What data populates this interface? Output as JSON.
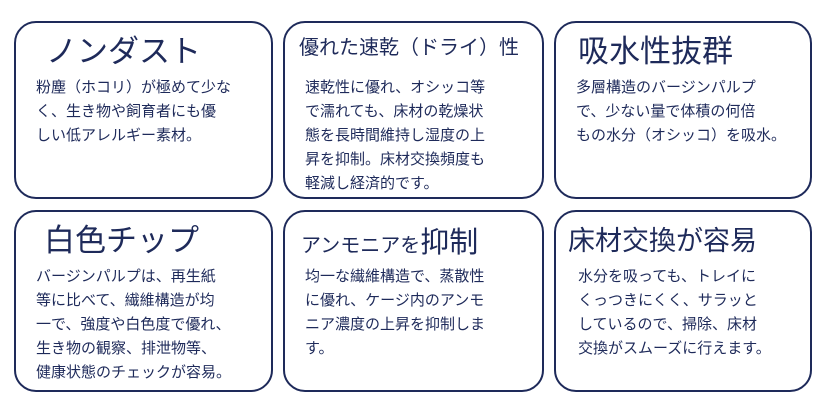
{
  "colors": {
    "border": "#1e2a5a",
    "text": "#1e2a5a",
    "background": "#ffffff"
  },
  "cards": [
    {
      "title": "ノンダスト",
      "body": "粉塵（ホコリ）が極めて少な\nく、生き物や飼育者にも優\nしい低アレルギー素材。"
    },
    {
      "title_main": "優れた速乾（ドライ）性",
      "body": "速乾性に優れ、オシッコ等\nで濡れても、床材の乾燥状\n態を長時間維持し湿度の上\n昇を抑制。床材交換頻度も\n軽減し経済的です。"
    },
    {
      "title": "吸水性抜群",
      "body": "多層構造のバージンパルプ\nで、少ない量で体積の何倍\nもの水分（オシッコ）を吸水。"
    },
    {
      "title": "白色チップ",
      "body": "バージンパルプは、再生紙\n等に比べて、繊維構造が均\n一で、強度や白色度で優れ、\n生き物の観察、排泄物等、\n健康状態のチェックが容易。"
    },
    {
      "title_prefix": "アンモニアを",
      "title_emph": "抑制",
      "body": "均一な繊維構造で、蒸散性\nに優れ、ケージ内のアンモ\nニア濃度の上昇を抑制しま\nす。"
    },
    {
      "title": "床材交換が容易",
      "body": "水分を吸っても、トレイに\nくっつきにくく、サラッと\nしているので、掃除、床材\n交換がスムーズに行えます。"
    }
  ]
}
